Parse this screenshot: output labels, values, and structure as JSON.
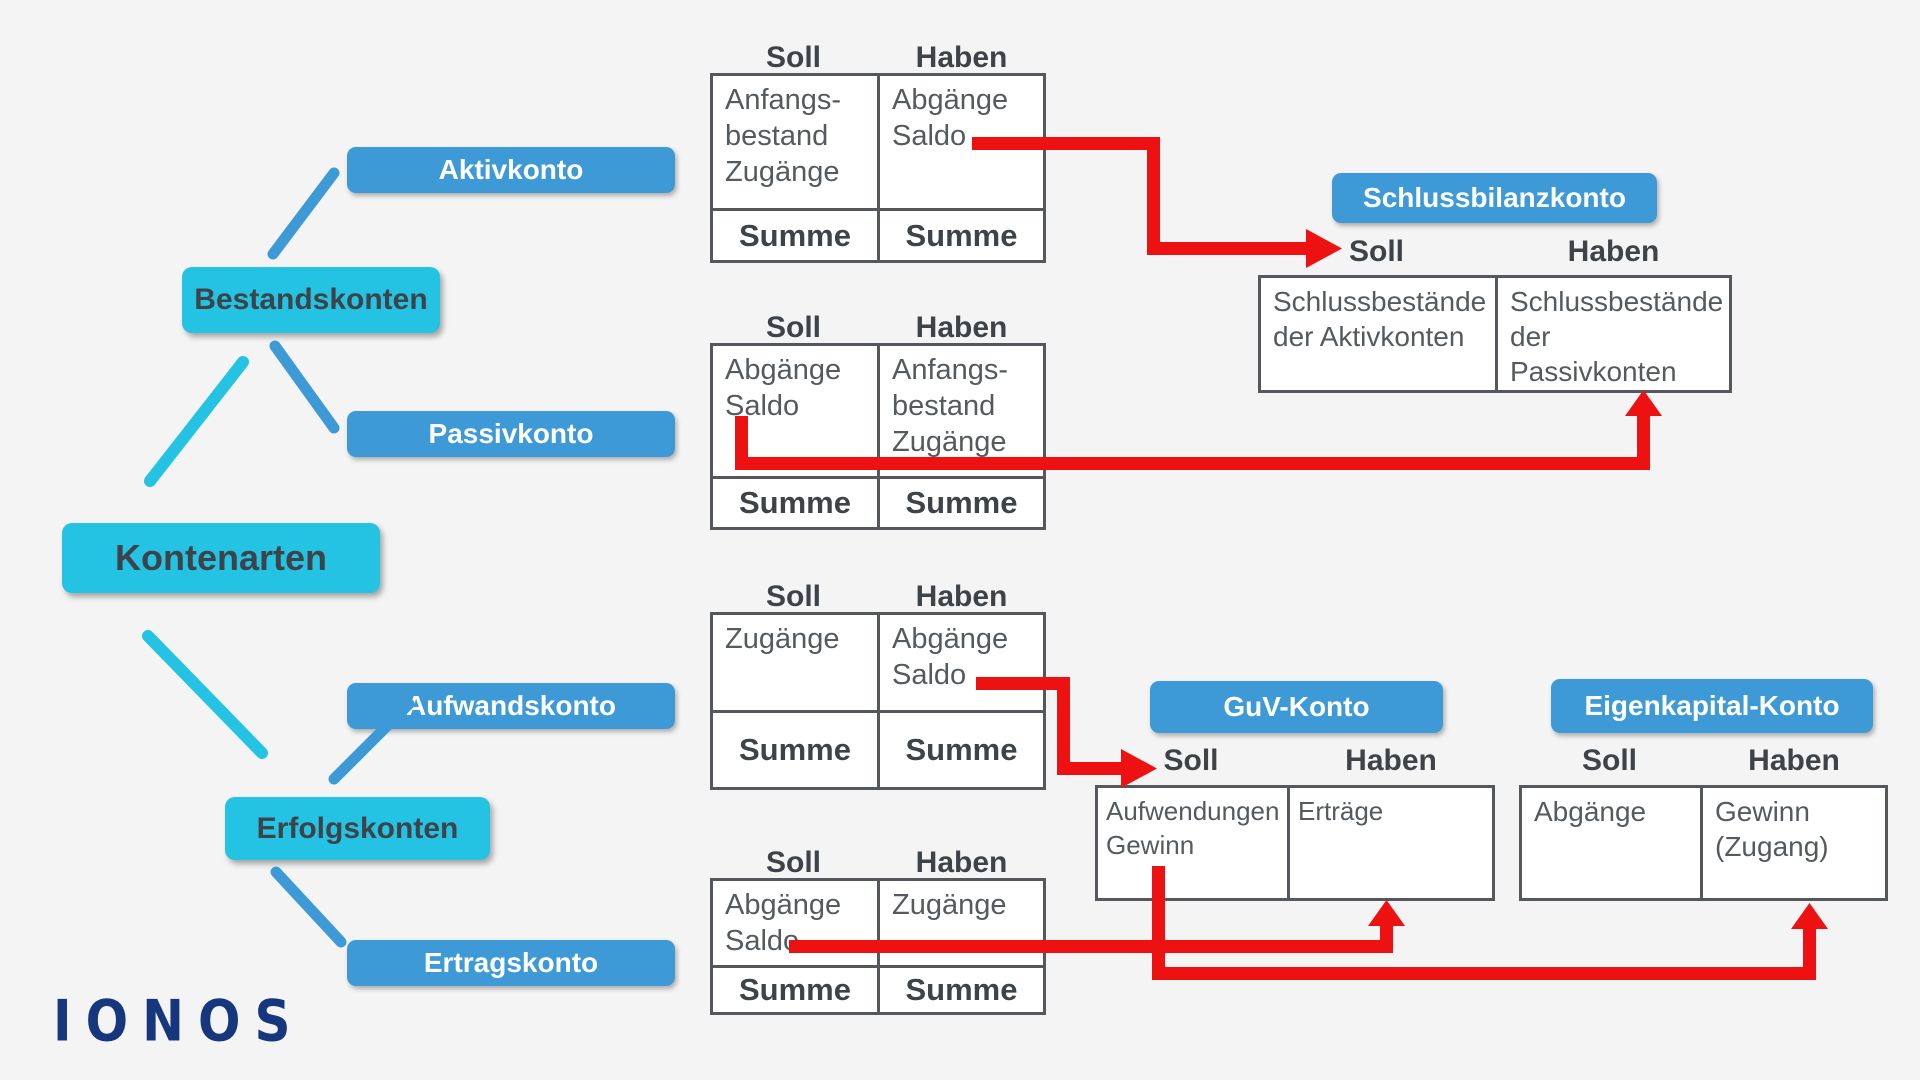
{
  "labels": {
    "soll": "Soll",
    "haben": "Haben",
    "summe": "Summe"
  },
  "nodes": {
    "kontenarten": {
      "label": "Kontenarten"
    },
    "bestandskonten": {
      "label": "Bestandskonten"
    },
    "erfolgskonten": {
      "label": "Erfolgskonten"
    },
    "aktivkonto": {
      "label": "Aktivkonto"
    },
    "passivkonto": {
      "label": "Passivkonto"
    },
    "aufwandskonto": {
      "label": "Aufwandskonto"
    },
    "ertragskonto": {
      "label": "Ertragskonto"
    },
    "schlussbilanzkonto": {
      "label": "Schlussbilanzkonto"
    },
    "guv_konto": {
      "label": "GuV-Konto"
    },
    "eigenkapital_konto": {
      "label": "Eigenkapital-Konto"
    }
  },
  "taccounts": {
    "aktiv": {
      "soll_cell": "Anfangs-\nbestand\nZugänge",
      "haben_cell": "Abgänge\nSaldo"
    },
    "passiv": {
      "soll_cell": "Abgänge\nSaldo",
      "haben_cell": "Anfangs-\nbestand\nZugänge"
    },
    "aufwand": {
      "soll_cell": "Zugänge",
      "haben_cell": "Abgänge\nSaldo"
    },
    "ertrag": {
      "soll_cell": "Abgänge\nSaldo",
      "haben_cell": "Zugänge"
    },
    "schlussbilanz": {
      "soll_cell": "Schlussbestände\nder Aktivkonten",
      "haben_cell": "Schlussbestände\nder\nPassivkonten"
    },
    "guv": {
      "soll_cell": "Aufwendungen\nGewinn",
      "haben_cell": "Erträge"
    },
    "eigenkapital": {
      "soll_cell": "Abgänge",
      "haben_cell": "Gewinn\n(Zugang)"
    }
  },
  "logo": {
    "text": "IONOS"
  },
  "colors": {
    "background": "#f4f4f4",
    "accent_cyan": "#24c3e3",
    "accent_blue": "#3d9ad6",
    "arrow_red": "#ee1111",
    "table_border": "#54585c",
    "logo_navy": "#16377e"
  }
}
